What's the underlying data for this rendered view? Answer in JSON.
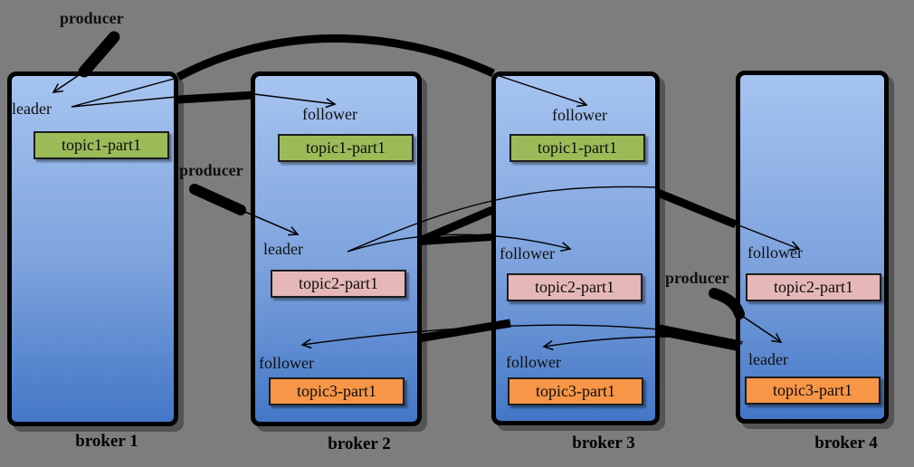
{
  "diagram": {
    "background_color": "#7d7d7d",
    "palette": {
      "topic1_green": "#9bbb59",
      "topic2_pink": "#e5b8b7",
      "topic3_orange": "#f79646",
      "broker_gradient_top": "#a6c4f0",
      "broker_gradient_bottom": "#4377c6",
      "line_color": "#000000"
    },
    "producers": [
      {
        "label": "producer"
      },
      {
        "label": "producer"
      },
      {
        "label": "producer"
      }
    ],
    "brokers": [
      {
        "label": "broker 1",
        "slots": [
          {
            "role": "leader",
            "topic": "topic1-part1"
          }
        ]
      },
      {
        "label": "broker 2",
        "slots": [
          {
            "role": "follower",
            "topic": "topic1-part1"
          },
          {
            "role": "leader",
            "topic": "topic2-part1"
          },
          {
            "role": "follower",
            "topic": "topic3-part1"
          }
        ]
      },
      {
        "label": "broker 3",
        "slots": [
          {
            "role": "follower",
            "topic": "topic1-part1"
          },
          {
            "role": "follower",
            "topic": "topic2-part1"
          },
          {
            "role": "follower",
            "topic": "topic3-part1"
          }
        ]
      },
      {
        "label": "broker 4",
        "slots": [
          {
            "role": "follower",
            "topic": "topic2-part1"
          },
          {
            "role": "leader",
            "topic": "topic3-part1"
          }
        ]
      }
    ]
  }
}
